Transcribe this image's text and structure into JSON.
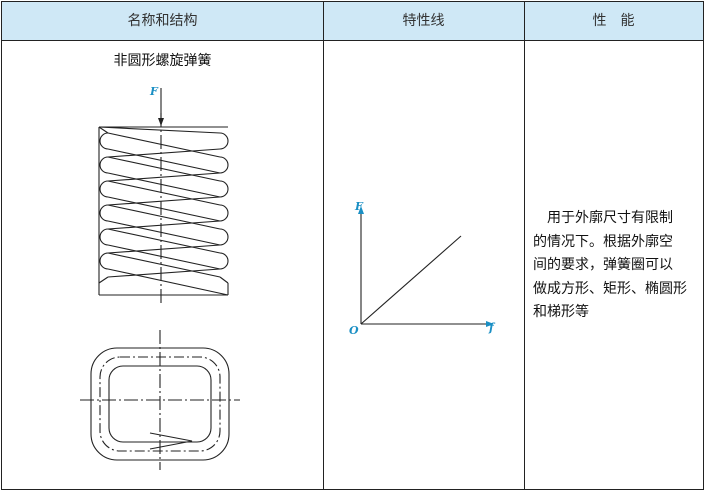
{
  "table": {
    "headers": [
      "名称和结构",
      "特性线",
      "性　能"
    ],
    "spring_name": "非圆形螺旋弹簧",
    "performance_lines": [
      "　用于外廓尺寸有限制",
      "的情况下。根据外廓空",
      "间的要求，弹簧圈可以",
      "做成方形、矩形、椭圆形",
      "和梯形等"
    ]
  },
  "figure_labels": {
    "force": "F",
    "origin": "O",
    "deflection": "f"
  },
  "chart_data": {
    "type": "line",
    "title": "",
    "xlabel": "f",
    "ylabel": "F",
    "series": [
      {
        "x": [
          0,
          1
        ],
        "y": [
          0,
          1
        ]
      }
    ],
    "grid": false
  }
}
